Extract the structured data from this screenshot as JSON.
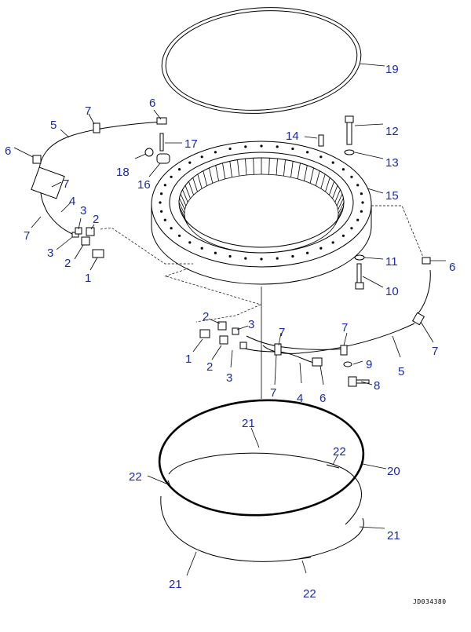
{
  "diagram": {
    "drawing_code": "JD034380",
    "callouts": [
      {
        "id": "c19",
        "text": "19"
      },
      {
        "id": "c6a",
        "text": "6"
      },
      {
        "id": "c7a",
        "text": "7"
      },
      {
        "id": "c5a",
        "text": "5"
      },
      {
        "id": "c6b",
        "text": "6"
      },
      {
        "id": "c17",
        "text": "17"
      },
      {
        "id": "c12",
        "text": "12"
      },
      {
        "id": "c14",
        "text": "14"
      },
      {
        "id": "c18",
        "text": "18"
      },
      {
        "id": "c16",
        "text": "16"
      },
      {
        "id": "c13",
        "text": "13"
      },
      {
        "id": "c7b",
        "text": "7"
      },
      {
        "id": "c15",
        "text": "15"
      },
      {
        "id": "c4a",
        "text": "4"
      },
      {
        "id": "c3a",
        "text": "3"
      },
      {
        "id": "c2a",
        "text": "2"
      },
      {
        "id": "c7c",
        "text": "7"
      },
      {
        "id": "c3b",
        "text": "3"
      },
      {
        "id": "c2b",
        "text": "2"
      },
      {
        "id": "c1a",
        "text": "1"
      },
      {
        "id": "c11",
        "text": "11"
      },
      {
        "id": "c6c",
        "text": "6"
      },
      {
        "id": "c10",
        "text": "10"
      },
      {
        "id": "c2c",
        "text": "2"
      },
      {
        "id": "c3c",
        "text": "3"
      },
      {
        "id": "c7d",
        "text": "7"
      },
      {
        "id": "c7e",
        "text": "7"
      },
      {
        "id": "c1b",
        "text": "1"
      },
      {
        "id": "c2d",
        "text": "2"
      },
      {
        "id": "c3d",
        "text": "3"
      },
      {
        "id": "c9",
        "text": "9"
      },
      {
        "id": "c5b",
        "text": "5"
      },
      {
        "id": "c7f",
        "text": "7"
      },
      {
        "id": "c8",
        "text": "8"
      },
      {
        "id": "c7g",
        "text": "7"
      },
      {
        "id": "c4b",
        "text": "4"
      },
      {
        "id": "c6d",
        "text": "6"
      },
      {
        "id": "c21a",
        "text": "21"
      },
      {
        "id": "c22a",
        "text": "22"
      },
      {
        "id": "c20",
        "text": "20"
      },
      {
        "id": "c22b",
        "text": "22"
      },
      {
        "id": "c21b",
        "text": "21"
      },
      {
        "id": "c21c",
        "text": "21"
      },
      {
        "id": "c22c",
        "text": "22"
      }
    ]
  }
}
